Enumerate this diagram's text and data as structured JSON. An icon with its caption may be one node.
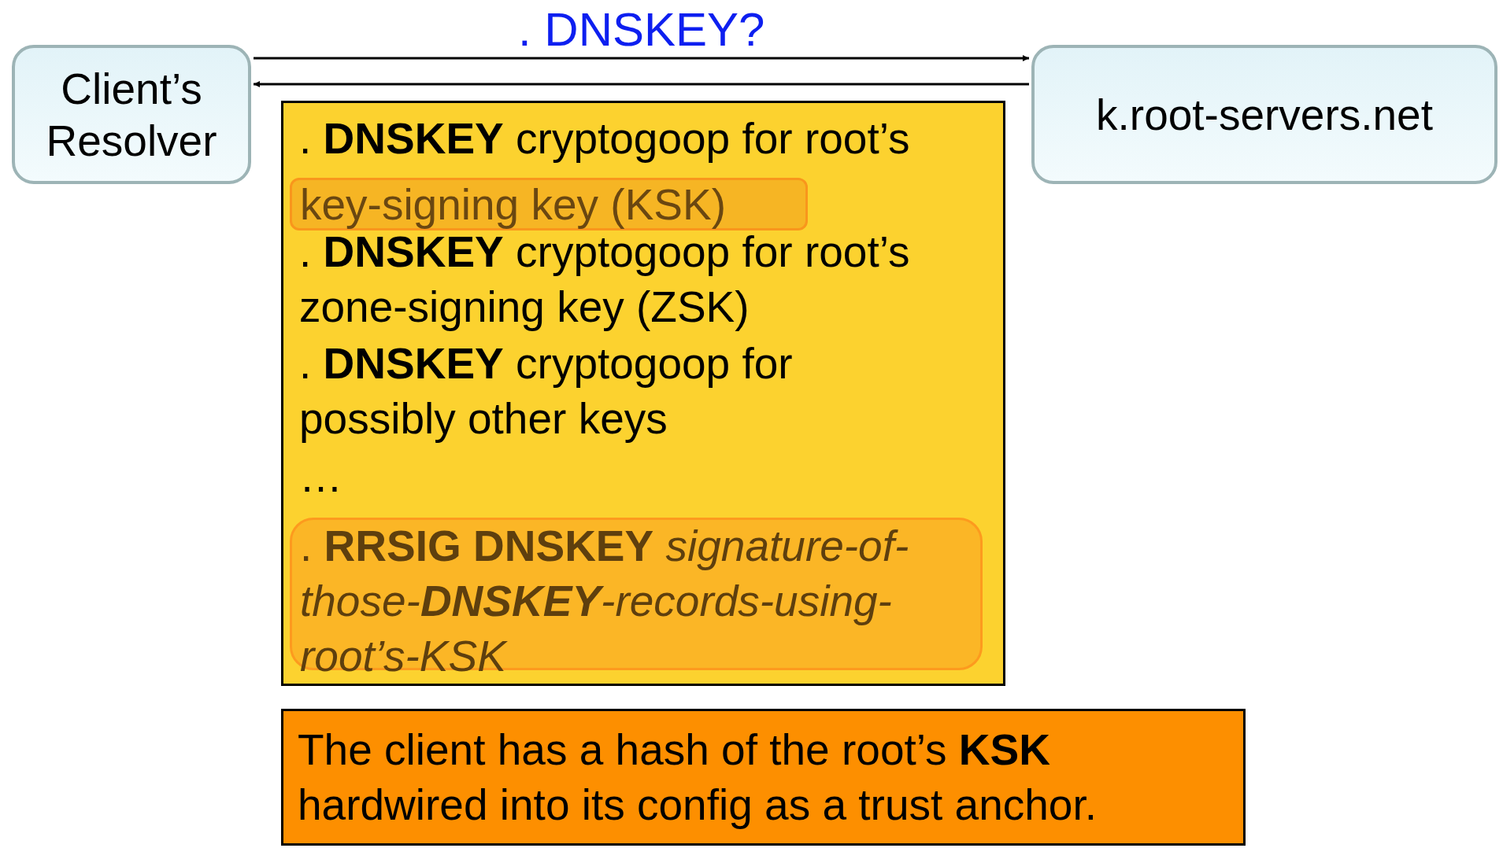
{
  "diagram": {
    "nodes": [
      {
        "text": [
          "Client’s Resolver"
        ]
      },
      {
        "text": [
          "k.root-servers.net"
        ]
      },
      {
        "text": [
          ". **DNSKEY** cryptogoop for root’s",
          ". **DNSKEY** cryptogoop for root’s zone-signing key (ZSK)",
          ". **DNSKEY** cryptogoop for possibly other keys",
          "…"
        ]
      },
      {
        "text": [
          "key-signing key (KSK)"
        ],
        "in": 2
      },
      {
        "text": [
          ". **RRSIG DNSKEY** signature-of-those-**DNSKEY**-records-using-root’s-KSK"
        ],
        "in": 2
      },
      {
        "text": [
          "The client has a hash of the root’s **KSK** hardwired into its config as a trust anchor."
        ]
      }
    ],
    "edges": [
      {
        "from": 0,
        "to": 1,
        "arrow": "to",
        "label": ". DNSKEY?"
      },
      {
        "from": 1,
        "to": 0,
        "arrow": "to"
      }
    ]
  }
}
